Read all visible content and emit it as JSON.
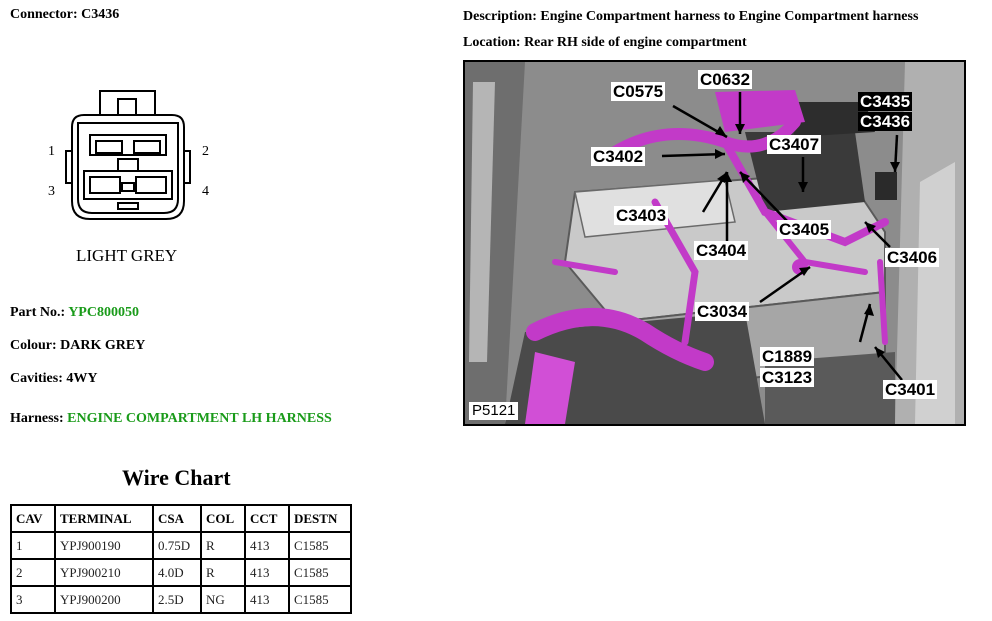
{
  "connector": {
    "label": "Connector:",
    "value": "C3436"
  },
  "description": {
    "label": "Description:",
    "value": "Engine Compartment harness to Engine Compartment harness"
  },
  "location": {
    "label": "Location:",
    "value": "Rear RH side of engine compartment"
  },
  "diagram": {
    "pin_labels": [
      "1",
      "2",
      "3",
      "4"
    ],
    "color_caption": "LIGHT GREY"
  },
  "part_no": {
    "label": "Part No.:",
    "value": "YPC800050"
  },
  "colour": {
    "label": "Colour:",
    "value": "DARK GREY"
  },
  "cavities": {
    "label": "Cavities:",
    "value": "4WY"
  },
  "harness": {
    "label": "Harness:",
    "value": "ENGINE COMPARTMENT LH HARNESS"
  },
  "wire_chart": {
    "title": "Wire Chart",
    "headers": [
      "CAV",
      "TERMINAL",
      "CSA",
      "COL",
      "CCT",
      "DESTN"
    ],
    "rows": [
      [
        "1",
        "YPJ900190",
        "0.75D",
        "R",
        "413",
        "C1585"
      ],
      [
        "2",
        "YPJ900210",
        "4.0D",
        "R",
        "413",
        "C1585"
      ],
      [
        "3",
        "YPJ900200",
        "2.5D",
        "NG",
        "413",
        "C1585"
      ]
    ]
  },
  "photo": {
    "ref": "P5121",
    "callouts": {
      "c0632": "C0632",
      "c0575": "C0575",
      "c3402": "C3402",
      "c3407": "C3407",
      "c3435": "C3435",
      "c3436": "C3436",
      "c3403": "C3403",
      "c3404": "C3404",
      "c3405": "C3405",
      "c3406": "C3406",
      "c3034": "C3034",
      "c1889": "C1889",
      "c3123": "C3123",
      "c3401": "C3401"
    },
    "colors": {
      "harness": "#c23ac8",
      "body": "#9a9a9a"
    }
  }
}
